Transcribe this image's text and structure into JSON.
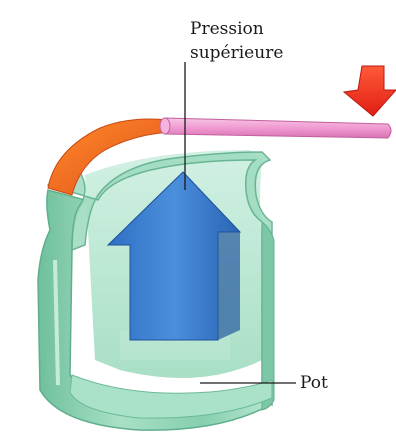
{
  "labels": {
    "pression_line1": "Pression",
    "pression_line2": "supérieure",
    "pot": "Pot"
  },
  "colors": {
    "pot_glass": "#8fd3b4",
    "pot_glass_dark": "#5fb592",
    "lid_orange": "#f06a1e",
    "pipe_pink": "#f29ad2",
    "pressure_arrow_blue": "#3f7fd0",
    "input_arrow_red": "#f0331f"
  }
}
